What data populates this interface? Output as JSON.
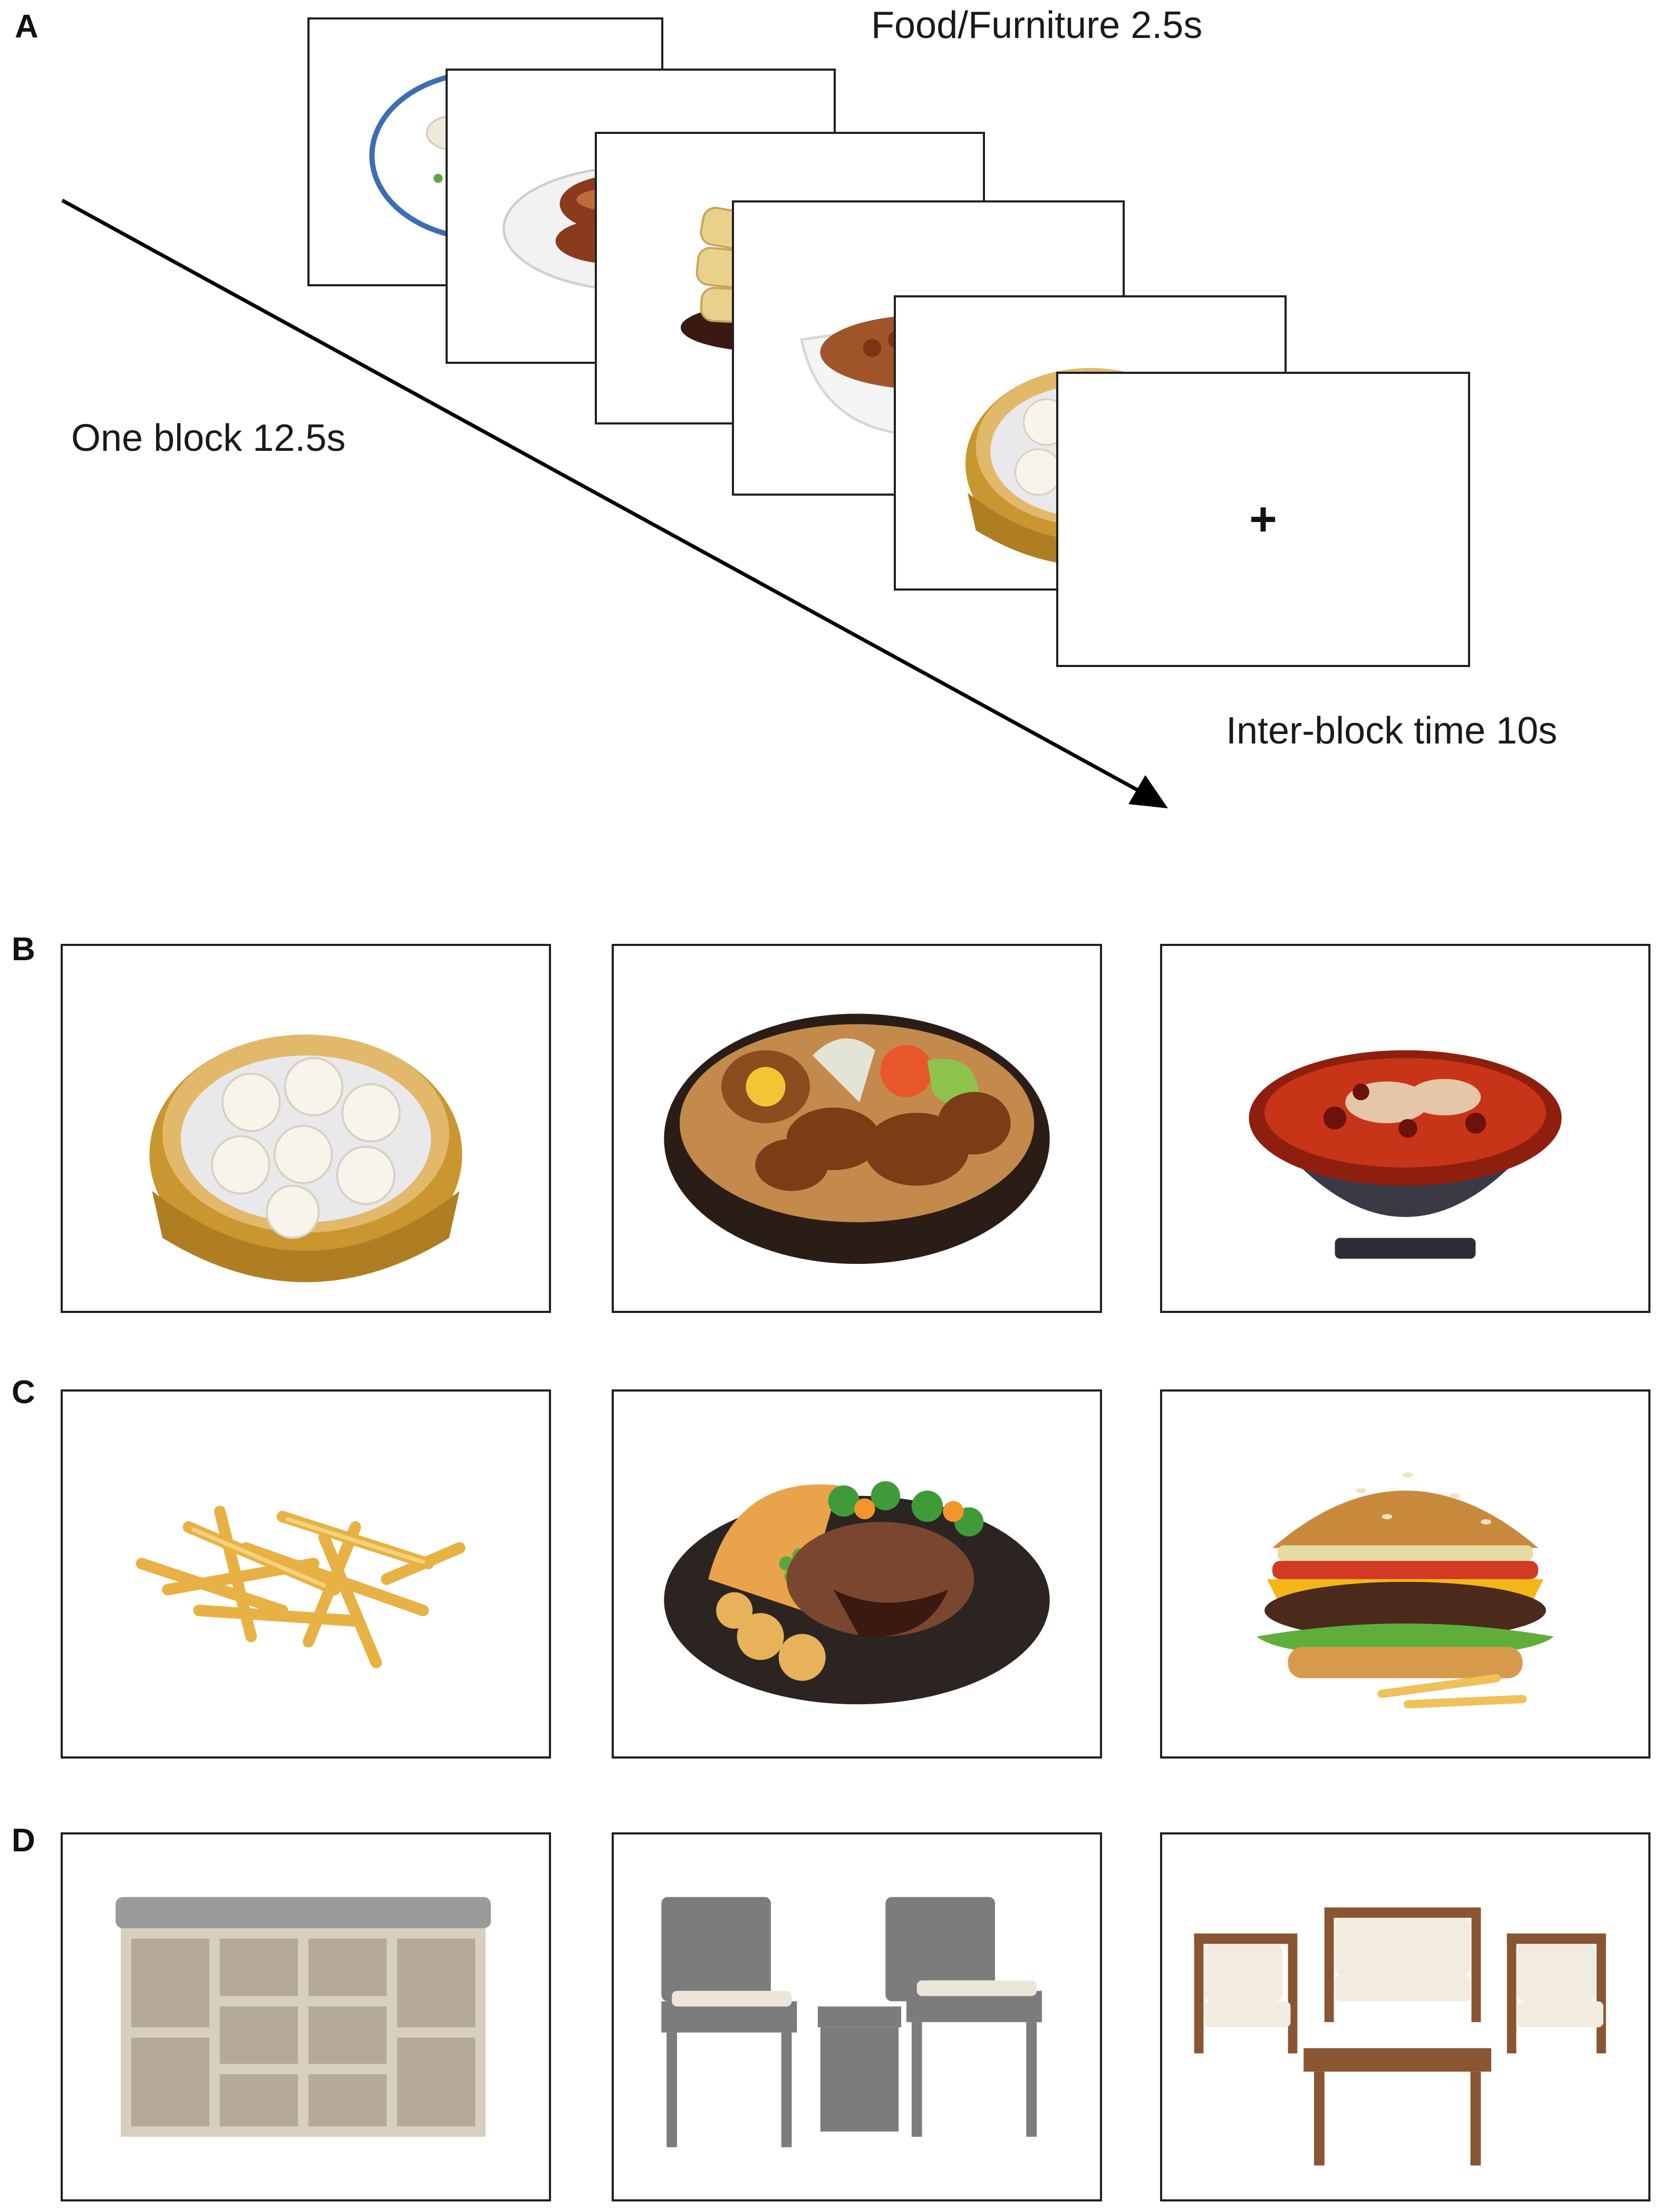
{
  "panels": {
    "a": "A",
    "b": "B",
    "c": "C",
    "d": "D"
  },
  "labels": {
    "stimulus": "Food/Furniture 2.5s",
    "block": "One block 12.5s",
    "interblock": "Inter-block time 10s",
    "fixation": "+"
  },
  "sequence_images": [
    "soup-dumplings-icon",
    "braised-meat-plate-icon",
    "fried-pastry-icon",
    "peanut-dish-icon",
    "dumpling-steamer-icon",
    "fixation-cross"
  ],
  "row_b": [
    "dumpling-steamer-icon",
    "braised-pork-rice-bowl-icon",
    "spicy-fish-bowl-icon"
  ],
  "row_c": [
    "french-fries-icon",
    "roast-dinner-plate-icon",
    "cheeseburger-icon"
  ],
  "row_d": [
    "shoe-bench-cabinet-icon",
    "rattan-chairs-set-icon",
    "patio-sofa-set-icon"
  ],
  "colors": {
    "border": "#1f1f1f",
    "arrow": "#000000"
  }
}
